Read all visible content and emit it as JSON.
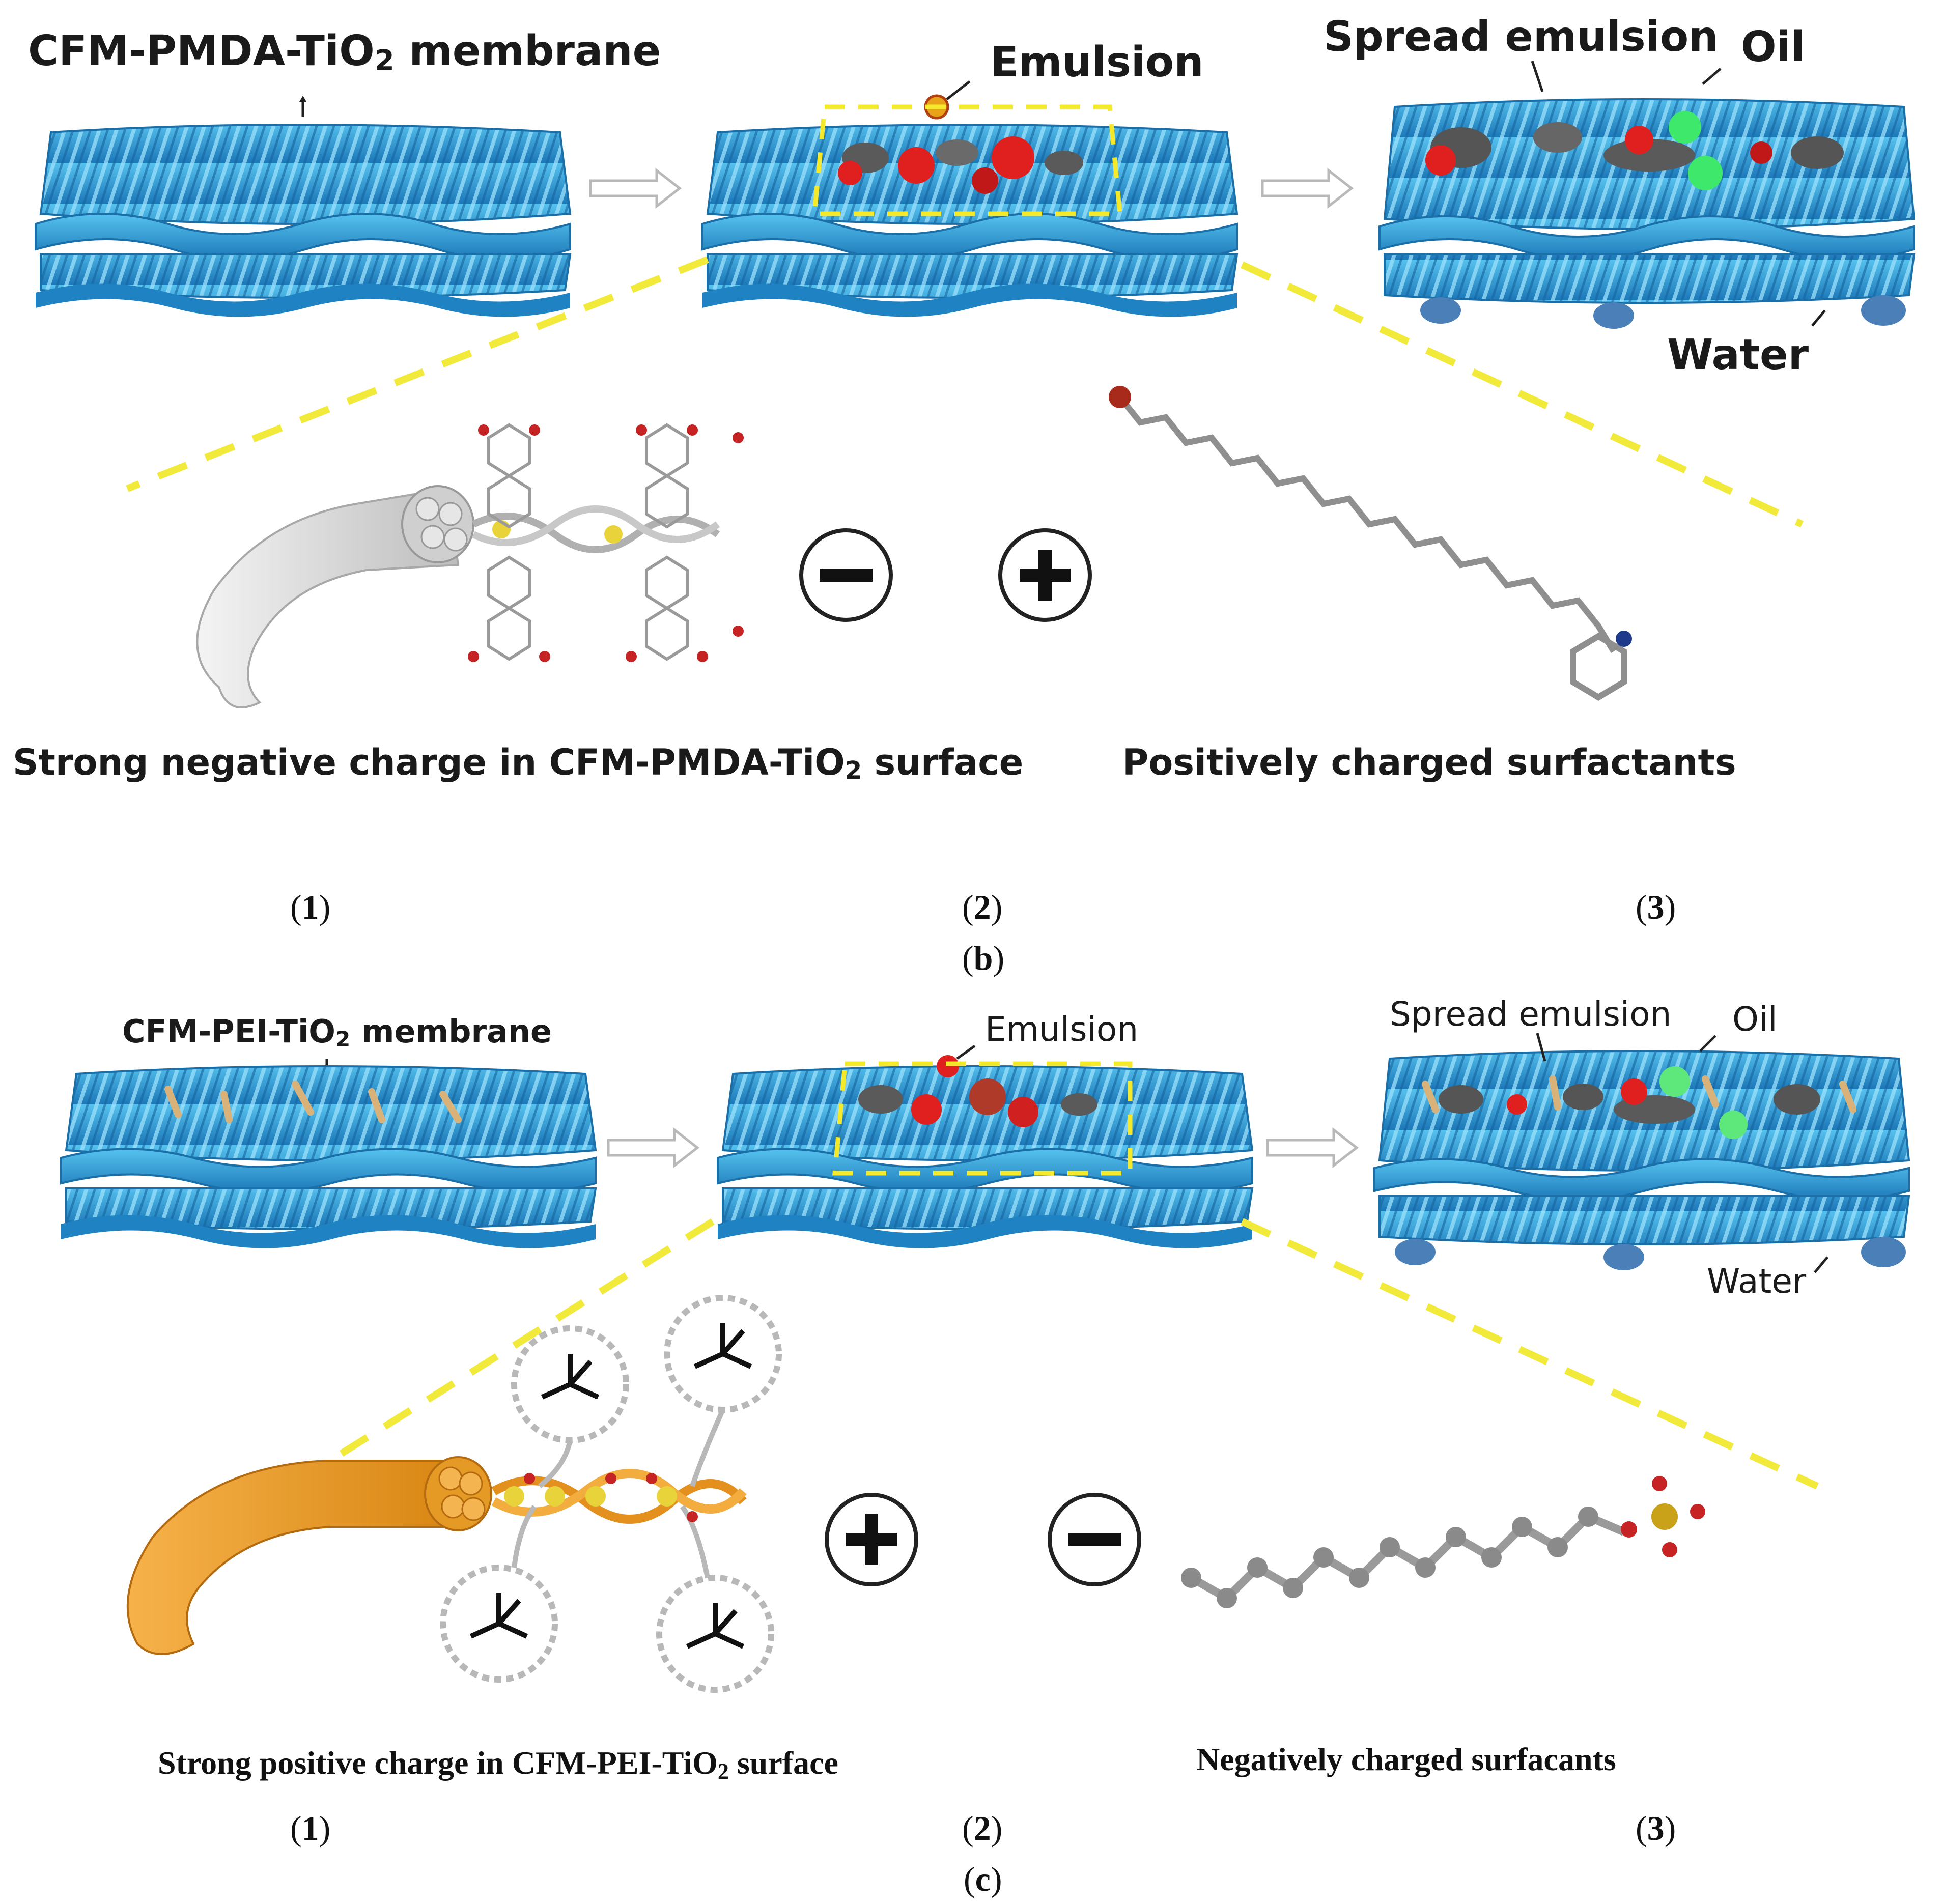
{
  "panel_b": {
    "membrane_label": "CFM-PMDA-TiO",
    "membrane_label_sub": "2",
    "membrane_label_tail": " membrane",
    "emulsion_label": "Emulsion",
    "spread_emulsion_label": "Spread emulsion",
    "oil_label": "Oil",
    "water_label": "Water",
    "left_caption": "Strong negative charge in CFM-PMDA-TiO",
    "left_caption_sub": "2",
    "left_caption_tail": " surface",
    "right_caption": "Positively charged surfactants",
    "step_1": "(1)",
    "step_2": "(2)",
    "step_3": "(3)",
    "panel_label": "(b)",
    "fiber_sign": "minus",
    "surfactant_sign": "plus"
  },
  "panel_c": {
    "membrane_label": "CFM-PEI-TiO",
    "membrane_label_sub": "2",
    "membrane_label_tail": " membrane",
    "emulsion_label": "Emulsion",
    "spread_emulsion_label": "Spread emulsion",
    "oil_label": "Oil",
    "water_label": "Water",
    "left_caption": "Strong positive charge in CFM-PEI-TiO",
    "left_caption_sub": "2",
    "left_caption_tail": " surface",
    "right_caption": "Negatively charged surfacants",
    "step_1": "(1)",
    "step_2": "(2)",
    "step_3": "(3)",
    "panel_label": "(c)",
    "fiber_sign": "plus",
    "surfactant_sign": "minus"
  },
  "colors": {
    "membrane_blue": "#2f9fd6",
    "membrane_dark": "#1b6fa8",
    "zoom_dash": "#f2ea3a",
    "fiber_b": "#d9d9d9",
    "fiber_c": "#f0a030",
    "oil_green": "#3ee86b",
    "emulsion_red": "#e01f1f",
    "spread_grey": "#5a5a5a"
  },
  "icons": {
    "process_arrow": "hollow-right-arrow",
    "charge_minus": "circle-minus-icon",
    "charge_plus": "circle-plus-icon"
  }
}
